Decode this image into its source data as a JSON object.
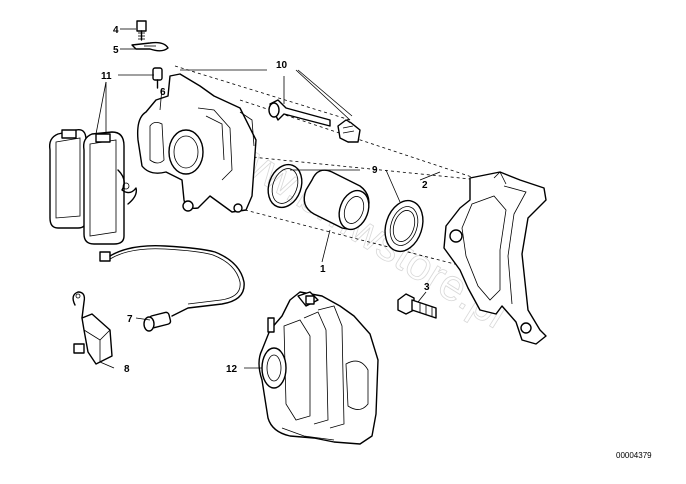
{
  "callouts": {
    "c1": "1",
    "c2": "2",
    "c3": "3",
    "c4": "4",
    "c5": "5",
    "c6": "6",
    "c7": "7",
    "c8": "8",
    "c9": "9",
    "c10": "10",
    "c11": "11",
    "c12": "12"
  },
  "watermark": "www.bmwstore.pl",
  "reference_number": "00004379"
}
